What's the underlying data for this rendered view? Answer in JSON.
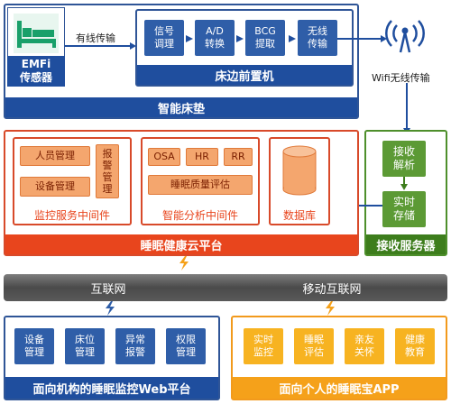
{
  "mattress": {
    "sensor_label": "EMFi\n传感器",
    "wireless_label": "有线传输",
    "modules": [
      "信号\n调理",
      "A/D\n转换",
      "BCG\n提取",
      "无线\n传输"
    ],
    "frontend_label": "床边前置机",
    "title": "智能床垫"
  },
  "wifi_label": "Wifi无线传输",
  "receive_server": {
    "modules": [
      "接收\n解析",
      "实时\n存储"
    ],
    "title": "接收服务器"
  },
  "cloud": {
    "monitor": {
      "items": [
        "人员管理",
        "设备管理"
      ],
      "alarm": "报\n警\n管\n理",
      "title": "监控服务中间件"
    },
    "analysis": {
      "items": [
        "OSA",
        "HR",
        "RR"
      ],
      "quality": "睡眠质量评估",
      "title": "智能分析中间件"
    },
    "database": "数据库",
    "title": "睡眠健康云平台"
  },
  "network": {
    "internet": "互联网",
    "mobile": "移动互联网"
  },
  "web_platform": {
    "items": [
      "设备\n管理",
      "床位\n管理",
      "异常\n报警",
      "权限\n管理"
    ],
    "title": "面向机构的睡眠监控Web平台"
  },
  "app": {
    "items": [
      "实时\n监控",
      "睡眠\n评估",
      "亲友\n关怀",
      "健康\n教育"
    ],
    "title": "面向个人的睡眠宝APP"
  },
  "colors": {
    "blue": "#1f4e9e",
    "red": "#e8451d",
    "green": "#3d7d1c",
    "orange": "#f5a11a"
  }
}
